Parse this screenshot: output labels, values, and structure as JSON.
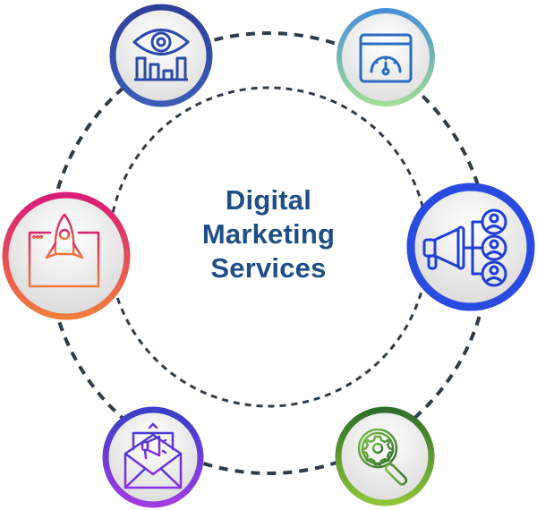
{
  "diagram": {
    "title_lines": [
      "Digital",
      "Marketing",
      "Services"
    ],
    "title_color": "#1d4f86",
    "dash_color": "#2f3b47",
    "nodes": [
      {
        "id": "analytics",
        "icon": "eye-bar-chart-icon",
        "position": "top-left",
        "ring_colors": [
          "#2f3f9a",
          "#3b5db8"
        ],
        "icon_color": "#2a4aa8"
      },
      {
        "id": "performance",
        "icon": "speedometer-browser-icon",
        "position": "top-right",
        "ring_colors": [
          "#4a8fd6",
          "#9fdc95"
        ],
        "icon_color": "#2a6dc0"
      },
      {
        "id": "launch",
        "icon": "rocket-browser-icon",
        "position": "left",
        "ring_colors": [
          "#d81b7a",
          "#f07e3a"
        ],
        "icon_color": "#e44b5e"
      },
      {
        "id": "audience",
        "icon": "megaphone-audience-icon",
        "position": "right",
        "ring_colors": [
          "#2a4be0",
          "#2a4be0"
        ],
        "icon_color": "#1f3fd6"
      },
      {
        "id": "email",
        "icon": "email-megaphone-icon",
        "position": "bottom-left",
        "ring_colors": [
          "#3a3fc8",
          "#a03ce0"
        ],
        "icon_color": "#6a2fd8"
      },
      {
        "id": "seo",
        "icon": "gear-magnifier-icon",
        "position": "bottom-right",
        "ring_colors": [
          "#2f6e2a",
          "#8fc43a"
        ],
        "icon_color": "#3f8a2e"
      }
    ]
  }
}
